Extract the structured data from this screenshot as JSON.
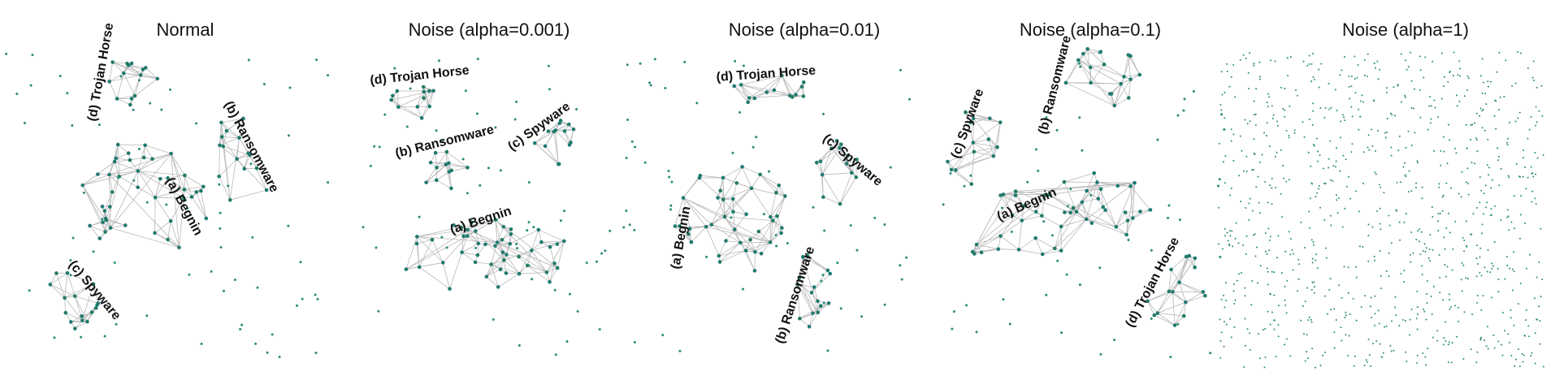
{
  "colors": {
    "node": "#1f7a6c",
    "edge": "#b9b9b9",
    "text": "#111111"
  },
  "panels": [
    {
      "title": "Normal",
      "labels": [
        "(a) Begnin",
        "(b) Ransomware",
        "(c) Spyware",
        "(d) Trojan Horse"
      ]
    },
    {
      "title": "Noise (alpha=0.001)",
      "labels": [
        "(a) Begnin",
        "(b) Ransomware",
        "(c) Spyware",
        "(d) Trojan Horse"
      ]
    },
    {
      "title": "Noise (alpha=0.01)",
      "labels": [
        "(a) Begnin",
        "(b) Ransomware",
        "(c) Spyware",
        "(d) Trojan Horse"
      ]
    },
    {
      "title": "Noise (alpha=0.1)",
      "labels": [
        "(a) Begnin",
        "(b) Ransomware",
        "(c) Spyware",
        "(d) Trojan Horse"
      ]
    },
    {
      "title": "Noise (alpha=1)",
      "labels": []
    }
  ]
}
